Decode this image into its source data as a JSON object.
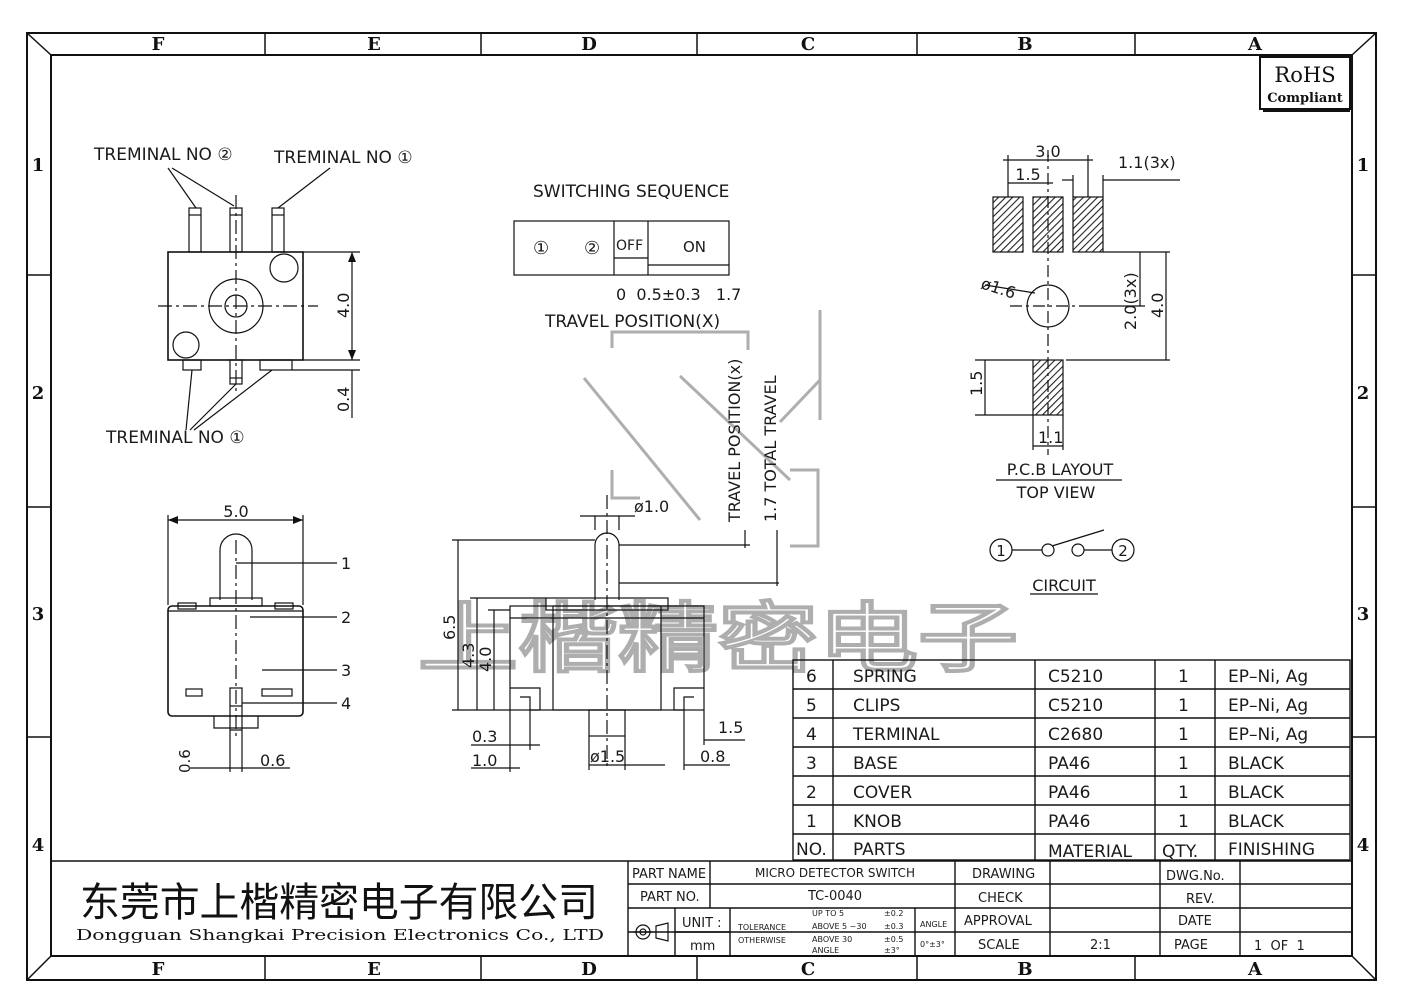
{
  "frame": {
    "columns": [
      "F",
      "E",
      "D",
      "C",
      "B",
      "A"
    ],
    "rows": [
      "1",
      "2",
      "3",
      "4"
    ]
  },
  "rohs": {
    "title": "RoHS",
    "subtitle": "Compliant"
  },
  "top_view": {
    "label_terminal_2": "TREMINAL  NO ②",
    "label_terminal_1_top": "TREMINAL  NO ①",
    "label_terminal_1_bottom": "TREMINAL  NO ①",
    "dim_height": "4.0",
    "dim_offset": "0.4"
  },
  "switching": {
    "title": "SWITCHING  SEQUENCE",
    "pin1": "①",
    "pin2": "②",
    "off": "OFF",
    "on": "ON",
    "scale": "0  0.5±0.3   1.7",
    "travel": "TRAVEL  POSITION(X)"
  },
  "front_view": {
    "dim_width": "5.0",
    "callouts": [
      "1",
      "2",
      "3",
      "4"
    ],
    "dim_left": "0.6",
    "dim_right": "0.6"
  },
  "side_view": {
    "travel_position": "TRAVEL POSITION(x)",
    "total_travel": "1.7 TOTAL TRAVEL",
    "dia_knob": "ø1.0",
    "dim_65": "6.5",
    "dim_43": "4.3",
    "dim_40": "4.0",
    "dim_03": "0.3",
    "dim_10": "1.0",
    "dia_base": "ø1.5",
    "dim_15": "1.5",
    "dim_08": "0.8"
  },
  "pcb": {
    "dim_30": "3.0",
    "dim_15": "1.5",
    "dim_11x3": "1.1(3x)",
    "dia_16": "ø1.6",
    "dim_20x3": "2.0(3x)",
    "dim_40": "4.0",
    "dim_15_left": "1.5",
    "dim_11": "1.1",
    "title": "P.C.B  LAYOUT",
    "subtitle": "TOP  VIEW"
  },
  "circuit": {
    "pin1": "1",
    "pin2": "2",
    "label": "CIRCUIT"
  },
  "bom": {
    "rows": [
      {
        "no": "6",
        "part": "SPRING",
        "material": "C5210",
        "qty": "1",
        "finishing": "EP–Ni,  Ag"
      },
      {
        "no": "5",
        "part": "CLIPS",
        "material": "C5210",
        "qty": "1",
        "finishing": "EP–Ni,  Ag"
      },
      {
        "no": "4",
        "part": "TERMINAL",
        "material": "C2680",
        "qty": "1",
        "finishing": "EP–Ni,  Ag"
      },
      {
        "no": "3",
        "part": "BASE",
        "material": "PA46",
        "qty": "1",
        "finishing": "BLACK"
      },
      {
        "no": "2",
        "part": "COVER",
        "material": "PA46",
        "qty": "1",
        "finishing": "BLACK"
      },
      {
        "no": "1",
        "part": "KNOB",
        "material": "PA46",
        "qty": "1",
        "finishing": "BLACK"
      }
    ],
    "header": {
      "no": "NO.",
      "part": "PARTS",
      "material": "MATERIAL",
      "qty": "QTY.",
      "finishing": "FINISHING"
    }
  },
  "watermark": "上楷精密电子",
  "title_block": {
    "company_cn": "东莞市上楷精密电子有限公司",
    "company_en": "Dongguan Shangkai Precision Electronics Co., LTD",
    "part_name_label": "PART NAME",
    "part_name": "MICRO  DETECTOR  SWITCH",
    "part_no_label": "PART NO.",
    "part_no": "TC-0040",
    "unit_label": "UNIT :",
    "unit": "mm",
    "tolerance": "TOLERANCE",
    "otherwise": "OTHERWISE",
    "tol_rows": [
      {
        "range": "UP TO 5",
        "val": "±0.2"
      },
      {
        "range": "ABOVE 5 ~30",
        "val": "±0.3"
      },
      {
        "range": "ABOVE 30",
        "val": "±0.5"
      },
      {
        "range": "ANGLE",
        "val": "±3°"
      }
    ],
    "angle_label": "ANGLE",
    "angle_val": "0°±3°",
    "drawing": "DRAWING",
    "check": "CHECK",
    "approval": "APPROVAL",
    "scale_label": "SCALE",
    "scale": "2:1",
    "dwg_no": "DWG.No.",
    "rev": "REV.",
    "date": "DATE",
    "page_label": "PAGE",
    "page": "1  OF  1"
  }
}
